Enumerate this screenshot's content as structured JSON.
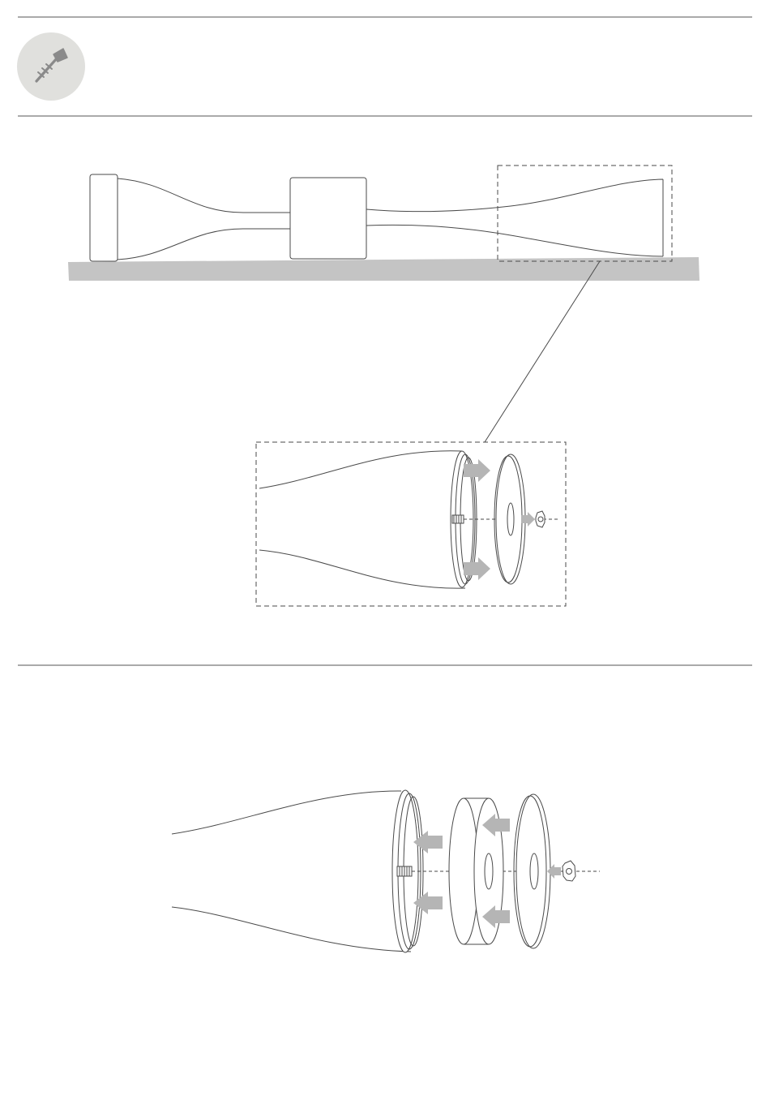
{
  "page": {
    "title": "",
    "tool": {
      "icon": "screw-icon",
      "badge_color": "#e0e0dd",
      "icon_color": "#8a8a8a"
    }
  },
  "colors": {
    "line": "#4a4a4a",
    "floor": "#c4c4c4",
    "arrow": "#b5b5b5",
    "background": "#ffffff"
  },
  "step1": {
    "name": "attach-weight-plate-to-dumbbell-end",
    "arrows": "outward"
  },
  "step2": {
    "name": "stack-additional-weight-plates",
    "arrows": "inward"
  }
}
